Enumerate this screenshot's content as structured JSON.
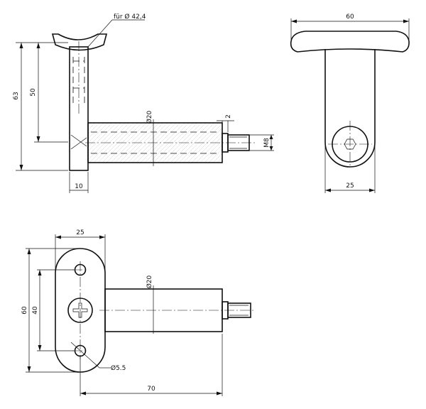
{
  "front_view": {
    "note_pipe": "für Ø 42,4",
    "dim_height_total": "63",
    "dim_height_plate": "50",
    "dim_plate_width": "10",
    "dim_shaft_diameter": "Ø20",
    "dim_step": "2",
    "dim_thread": "M8"
  },
  "side_view": {
    "dim_saddle_width": "60",
    "dim_plate_width": "25"
  },
  "top_view": {
    "dim_plate_width": "25",
    "dim_plate_height": "60",
    "dim_hole_spacing": "40",
    "dim_shaft_diameter": "Ø20",
    "dim_hole_diameter": "Ø5.5",
    "dim_length": "70"
  }
}
